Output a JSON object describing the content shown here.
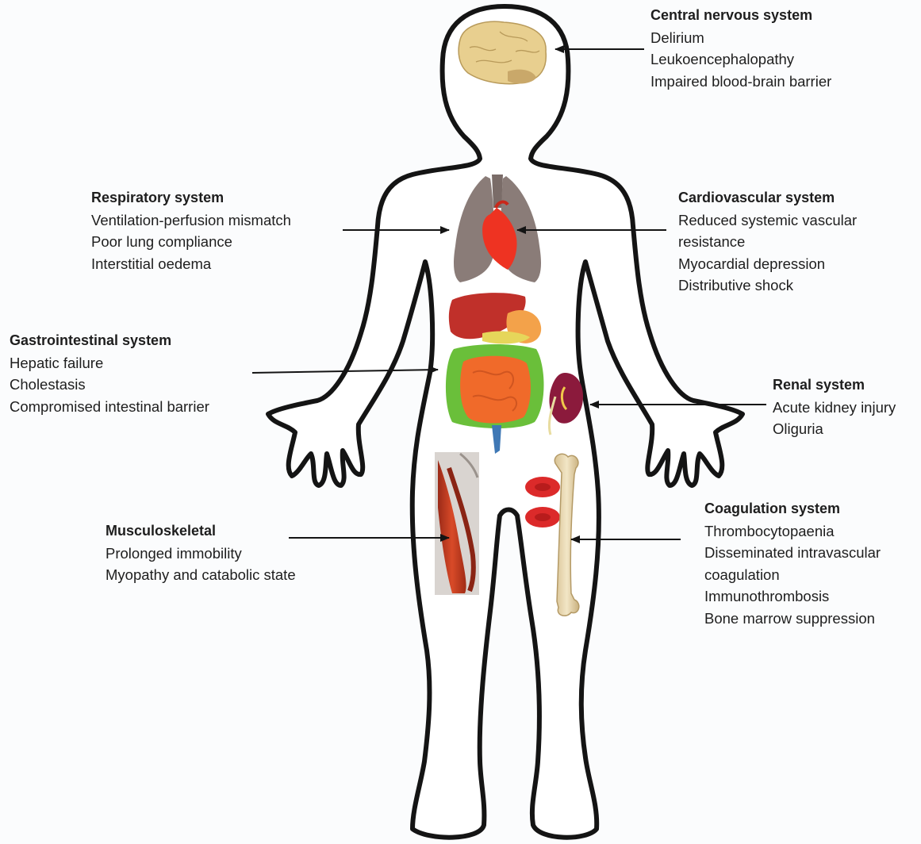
{
  "systems": [
    {
      "key": "cns",
      "title": "Central nervous system",
      "items": [
        "Delirium",
        "Leukoencephalopathy",
        "Impaired blood-brain barrier"
      ]
    },
    {
      "key": "respiratory",
      "title": "Respiratory system",
      "items": [
        "Ventilation-perfusion mismatch",
        "Poor lung compliance",
        "Interstitial oedema"
      ]
    },
    {
      "key": "cardiovascular",
      "title": "Cardiovascular system",
      "items": [
        "Reduced systemic vascular",
        "resistance",
        "Myocardial depression",
        "Distributive shock"
      ]
    },
    {
      "key": "gastrointestinal",
      "title": "Gastrointestinal system",
      "items": [
        "Hepatic failure",
        "Cholestasis",
        "Compromised intestinal barrier"
      ]
    },
    {
      "key": "renal",
      "title": "Renal system",
      "items": [
        "Acute kidney injury",
        "Oliguria"
      ]
    },
    {
      "key": "musculoskeletal",
      "title": "Musculoskeletal",
      "items": [
        "Prolonged immobility",
        "Myopathy and catabolic state"
      ]
    },
    {
      "key": "coagulation",
      "title": "Coagulation system",
      "items": [
        "Thrombocytopaenia",
        "Disseminated intravascular",
        "coagulation",
        "Immunothrombosis",
        "Bone marrow suppression"
      ]
    }
  ],
  "colors": {
    "outline": "#141414",
    "brain": "#e8cf8f",
    "lungs": "#8a7c78",
    "heart": "#ee3322",
    "liver": "#c0302a",
    "intestine_large": "#6abf3a",
    "intestine_small": "#f06a2a",
    "kidney": "#8b1a3c",
    "muscle": "#c8381e",
    "bone": "#ecdcb2",
    "blood_cell": "#dc2a2a"
  },
  "icons": [
    "brain-icon",
    "lungs-icon",
    "heart-icon",
    "digestive-organs-icon",
    "kidney-icon",
    "muscle-icon",
    "bone-icon",
    "red-blood-cells-icon"
  ]
}
